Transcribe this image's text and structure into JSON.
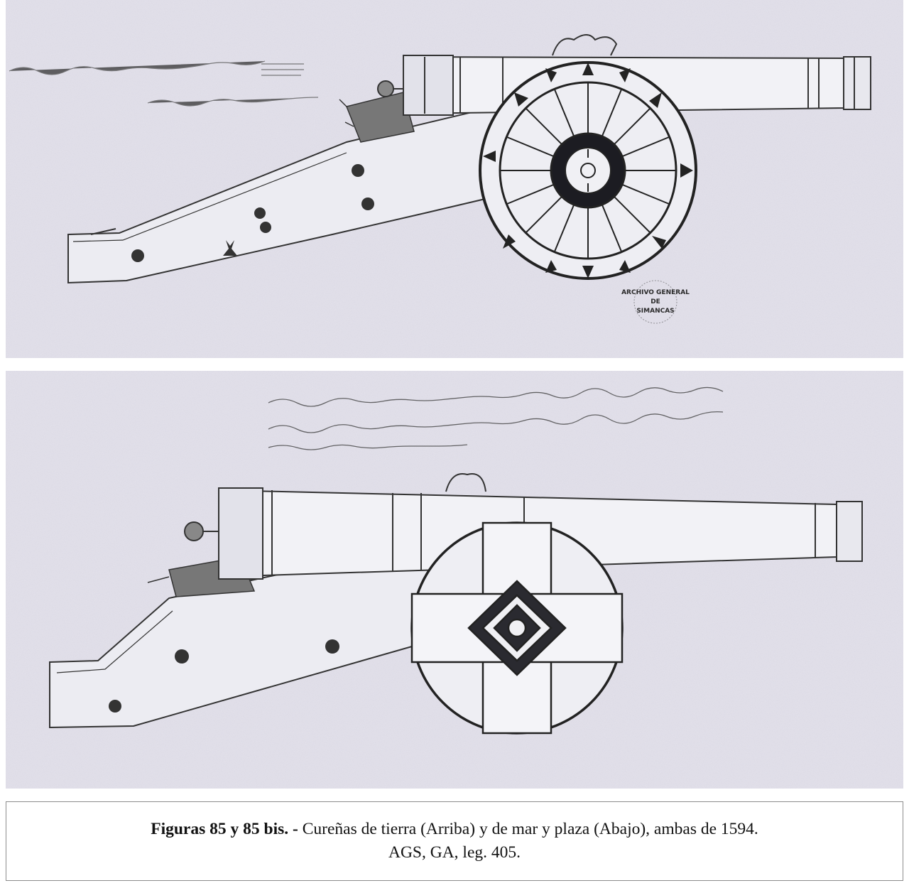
{
  "figure": {
    "top_plate": {
      "archive_stamp": [
        "ARCHIVO GENERAL",
        "DE",
        "SIMANCAS"
      ]
    },
    "bottom_plate": {}
  },
  "caption": {
    "label": "Figuras 85 y 85 bis. -",
    "text": " Cureñas de tierra (Arriba) y de mar y plaza (Abajo), ambas de 1594.",
    "reference": "AGS, GA, leg. 405."
  }
}
